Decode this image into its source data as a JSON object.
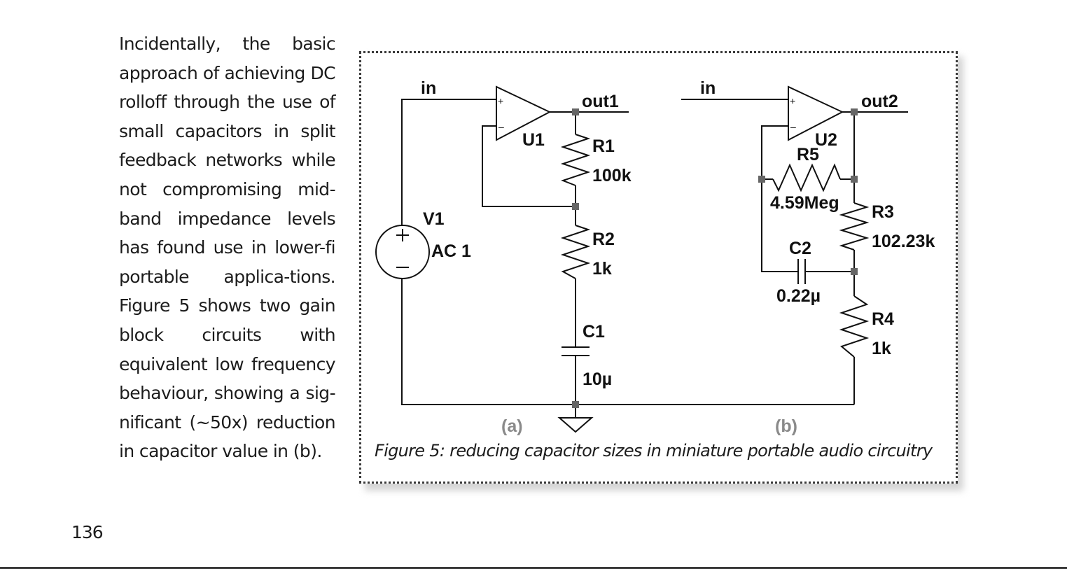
{
  "page": {
    "body_text": "Incidentally, the basic approach of achieving DC rolloff through the use of small capacitors in split feedback networks while not compromising mid-band impedance levels has found use in lower-fi portable applica-tions. Figure 5 shows two gain block circuits with equivalent low frequency behaviour, showing a sig-nificant (~50x) reduction in capacitor value in (b).",
    "page_number": "136"
  },
  "figure": {
    "caption": "Figure 5: reducing capacitor sizes in miniature portable audio circuitry",
    "circuit_a": {
      "sublabel": "(a)",
      "input_label": "in",
      "output_label": "out1",
      "opamp": "U1",
      "source": {
        "name": "V1",
        "value": "AC 1"
      },
      "r1": {
        "name": "R1",
        "value": "100k"
      },
      "r2": {
        "name": "R2",
        "value": "1k"
      },
      "c1": {
        "name": "C1",
        "value": "10µ"
      }
    },
    "circuit_b": {
      "sublabel": "(b)",
      "input_label": "in",
      "output_label": "out2",
      "opamp": "U2",
      "r5": {
        "name": "R5",
        "value": "4.59Meg"
      },
      "r3": {
        "name": "R3",
        "value": "102.23k"
      },
      "c2": {
        "name": "C2",
        "value": "0.22µ"
      },
      "r4": {
        "name": "R4",
        "value": "1k"
      }
    }
  }
}
